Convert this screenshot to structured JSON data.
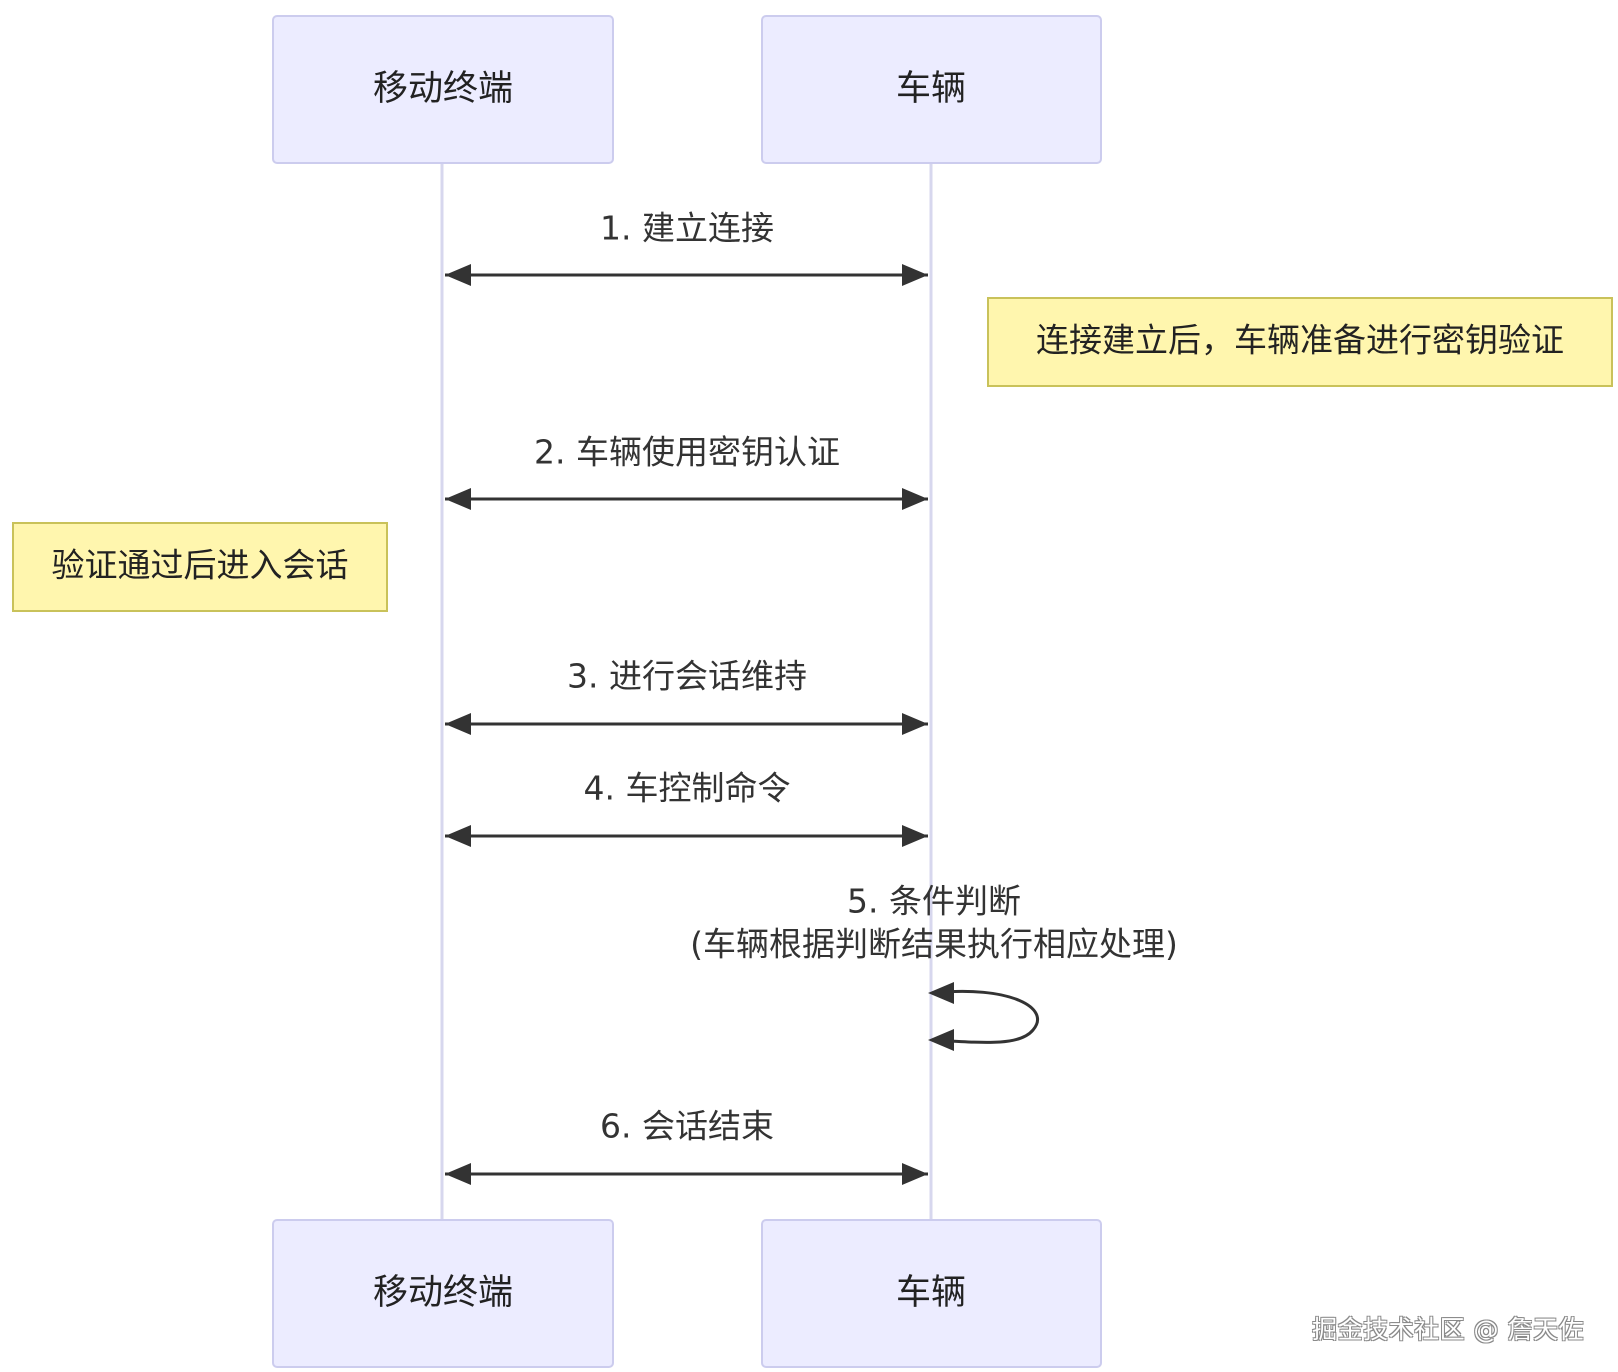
{
  "participants": {
    "mobile": "移动终端",
    "vehicle": "车辆"
  },
  "messages": {
    "m1": "1. 建立连接",
    "m2": "2. 车辆使用密钥认证",
    "m3": "3. 进行会话维持",
    "m4": "4. 车控制命令",
    "m5_line1": "5. 条件判断",
    "m5_line2": "(车辆根据判断结果执行相应处理)",
    "m6": "6. 会话结束"
  },
  "notes": {
    "after_connect": "连接建立后，车辆准备进行密钥验证",
    "after_auth": "验证通过后进入会话"
  },
  "watermark": "掘金技术社区 @ 詹天佐",
  "colors": {
    "actor_fill": "#ECECFF",
    "actor_border": "#CCCCEE",
    "note_fill": "#FFF6AE",
    "note_border": "#C9C25A",
    "line": "#333333"
  }
}
